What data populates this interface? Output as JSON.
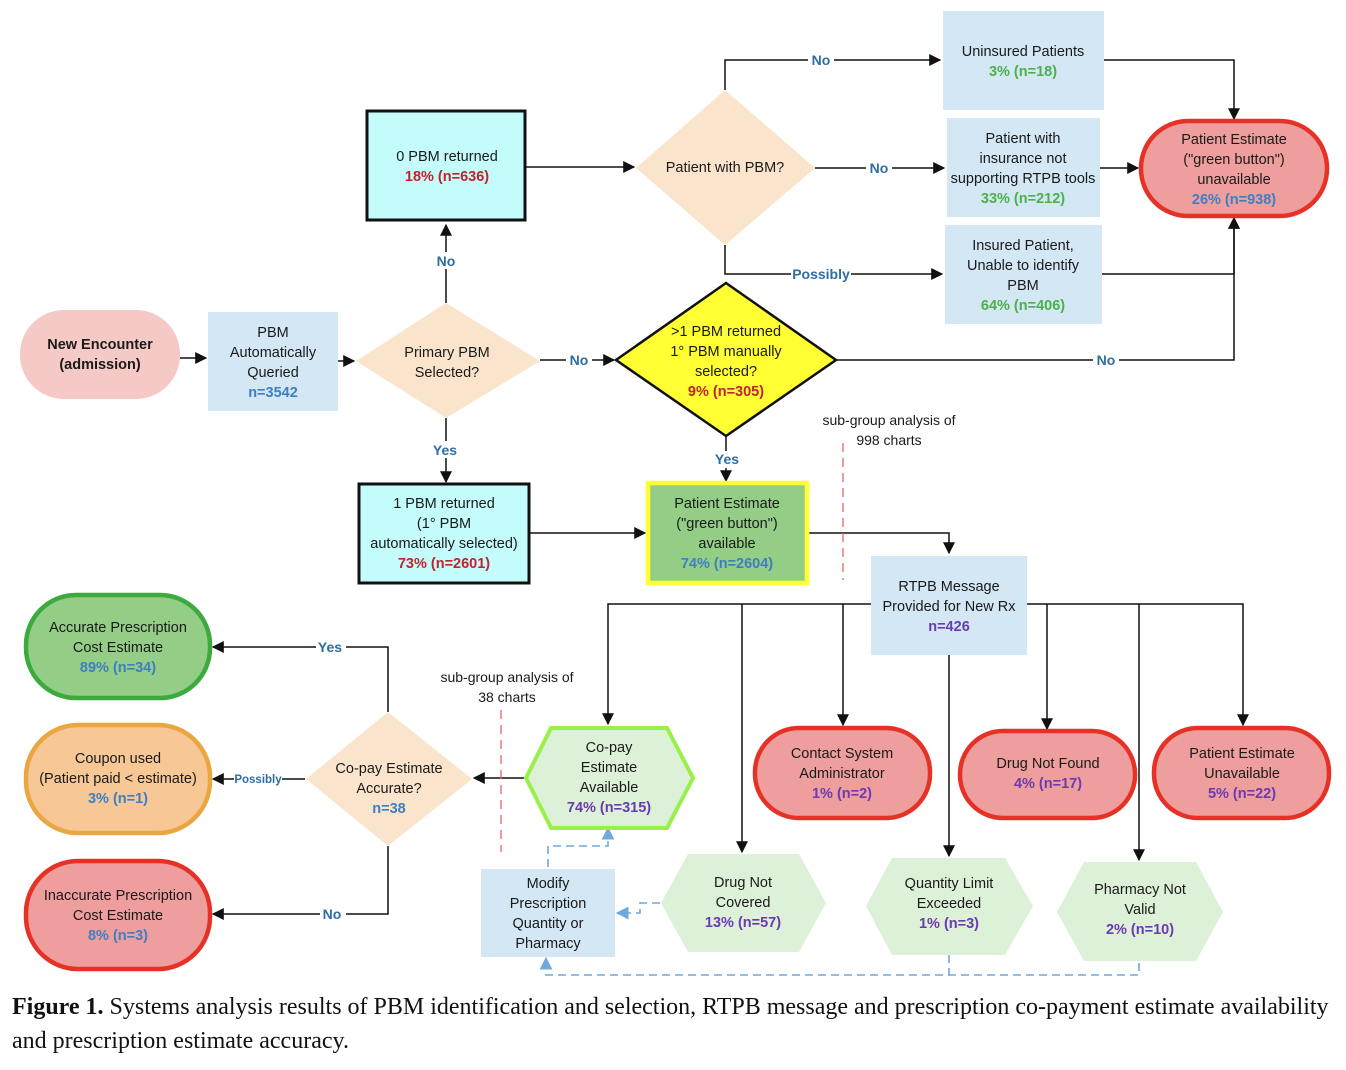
{
  "colors": {
    "light_blue": "#d3e7f5",
    "cyan": "#c4fbfb",
    "tan": "#fae5cc",
    "yellow": "#ffff33",
    "pink": "#f5c9c6",
    "red_fill": "#ef9e9e",
    "red_stroke": "#e63226",
    "green_fill": "#93cd86",
    "green_stroke": "#3daa3d",
    "orange_fill": "#f7c895",
    "orange_stroke": "#eaa640",
    "pale_green": "#dcf1d8",
    "stat_red": "#c0242a",
    "stat_blue": "#3d7fc2",
    "stat_green": "#4db04a",
    "stat_purple": "#6b3ab0"
  },
  "nodes": {
    "new_encounter": {
      "l1": "New Encounter",
      "l2": "(admission)"
    },
    "pbm_queried": {
      "l1": "PBM",
      "l2": "Automatically",
      "l3": "Queried",
      "stat": "n=3542"
    },
    "primary_pbm": {
      "l1": "Primary PBM",
      "l2": "Selected?"
    },
    "zero_pbm": {
      "l1": "0 PBM returned",
      "stat": "18% (n=636)"
    },
    "patient_with_pbm": {
      "l1": "Patient with PBM?"
    },
    "uninsured": {
      "l1": "Uninsured Patients",
      "stat": "3% (n=18)"
    },
    "not_supporting": {
      "l1": "Patient with",
      "l2": "insurance not",
      "l3": "supporting RTPB tools",
      "stat": "33% (n=212)"
    },
    "unable_identify": {
      "l1": "Insured Patient,",
      "l2": "Unable to identify",
      "l3": "PBM",
      "stat": "64% (n=406)"
    },
    "estimate_unavailable": {
      "l1": "Patient Estimate",
      "l2": "(\"green button\")",
      "l3": "unavailable",
      "stat": "26% (n=938)"
    },
    "multi_pbm": {
      "l1": ">1 PBM returned",
      "l2": "1° PBM manually",
      "l3": "selected?",
      "stat": "9% (n=305)"
    },
    "one_pbm": {
      "l1": "1 PBM returned",
      "l2": "(1° PBM",
      "l3": "automatically selected)",
      "stat": "73% (n=2601)"
    },
    "estimate_available": {
      "l1": "Patient Estimate",
      "l2": "(\"green button\")",
      "l3": "available",
      "stat": "74% (n=2604)"
    },
    "rtpb_message": {
      "l1": "RTPB Message",
      "l2": "Provided for New Rx",
      "stat": "n=426"
    },
    "copay_available": {
      "l1": "Co-pay",
      "l2": "Estimate",
      "l3": "Available",
      "stat": "74% (n=315)"
    },
    "contact_admin": {
      "l1": "Contact System",
      "l2": "Administrator",
      "stat": "1% (n=2)"
    },
    "drug_not_found": {
      "l1": "Drug Not Found",
      "stat": "4% (n=17)"
    },
    "rtpb_unavailable": {
      "l1": "Patient Estimate",
      "l2": "Unavailable",
      "stat": "5% (n=22)"
    },
    "drug_not_covered": {
      "l1": "Drug Not",
      "l2": "Covered",
      "stat": "13% (n=57)"
    },
    "quantity_limit": {
      "l1": "Quantity Limit",
      "l2": "Exceeded",
      "stat": "1% (n=3)"
    },
    "pharmacy_invalid": {
      "l1": "Pharmacy Not",
      "l2": "Valid",
      "stat": "2% (n=10)"
    },
    "modify_rx": {
      "l1": "Modify",
      "l2": "Prescription",
      "l3": "Quantity or",
      "l4": "Pharmacy"
    },
    "copay_accurate": {
      "l1": "Co-pay Estimate",
      "l2": "Accurate?",
      "stat": "n=38"
    },
    "accurate_estimate": {
      "l1": "Accurate Prescription",
      "l2": "Cost Estimate",
      "stat": "89% (n=34)"
    },
    "coupon_used": {
      "l1": "Coupon used",
      "l2": "(Patient paid < estimate)",
      "stat": "3% (n=1)"
    },
    "inaccurate_estimate": {
      "l1": "Inaccurate Prescription",
      "l2": "Cost Estimate",
      "stat": "8% (n=3)"
    }
  },
  "edge_labels": {
    "no": "No",
    "yes": "Yes",
    "possibly": "Possibly"
  },
  "notes": {
    "subgroup_998_l1": "sub-group analysis of",
    "subgroup_998_l2": "998 charts",
    "subgroup_38_l1": "sub-group analysis of",
    "subgroup_38_l2": "38 charts"
  },
  "caption": {
    "label": "Figure 1.",
    "text": " Systems analysis results of PBM identification and selection, RTPB message and prescription co-payment estimate availability and prescription estimate accuracy."
  }
}
